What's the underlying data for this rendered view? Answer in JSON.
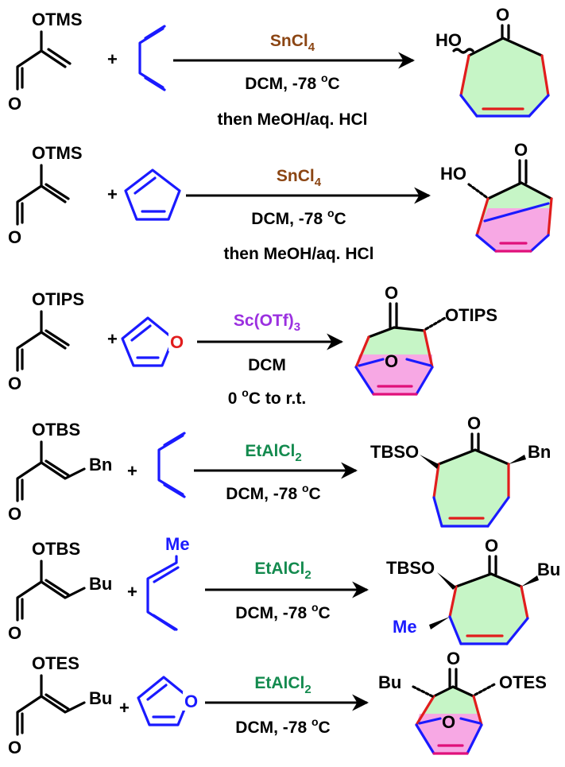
{
  "colors": {
    "diene_blue": "#1a1aff",
    "new_bond_red": "#e11d1d",
    "ring_green": "#c6f5c6",
    "bridge_magenta": "#f7a8e4",
    "sncl4_brown": "#8b4513",
    "sc_purple": "#9b30e0",
    "et_green": "#138a4e"
  },
  "reactions": [
    {
      "reactant1_silyl": "OTMS",
      "reactant1_sub": "",
      "catalyst": "SnCl",
      "catalyst_sub": "4",
      "cond_line1": "DCM, -78 ",
      "cond_line1_sup": "o",
      "cond_line1_end": "C",
      "cond_line2": "then MeOH/aq. HCl",
      "product_left": "HO",
      "product_o": "O"
    },
    {
      "reactant1_silyl": "OTMS",
      "catalyst": "SnCl",
      "catalyst_sub": "4",
      "cond_line1": "DCM, -78 ",
      "cond_line1_sup": "o",
      "cond_line1_end": "C",
      "cond_line2": "then MeOH/aq. HCl",
      "product_left": "HO",
      "product_o": "O"
    },
    {
      "reactant1_silyl": "OTIPS",
      "diene_o": "O",
      "catalyst": "Sc(OTf)",
      "catalyst_sub": "3",
      "cond_line1": "DCM",
      "cond_line2": "0 ",
      "cond_line2_sup": "o",
      "cond_line2_end": "C to r.t.",
      "product_o": "O",
      "product_right": "OTIPS",
      "product_bridge_o": "O"
    },
    {
      "reactant1_silyl": "OTBS",
      "reactant1_sub": "Bn",
      "catalyst": "EtAlCl",
      "catalyst_sub": "2",
      "cond_line1": "DCM, -78 ",
      "cond_line1_sup": "o",
      "cond_line1_end": "C",
      "product_left": "TBSO",
      "product_o": "O",
      "product_right": "Bn"
    },
    {
      "reactant1_silyl": "OTBS",
      "reactant1_sub": "Bu",
      "diene_me": "Me",
      "catalyst": "EtAlCl",
      "catalyst_sub": "2",
      "cond_line1": "DCM, -78 ",
      "cond_line1_sup": "o",
      "cond_line1_end": "C",
      "product_left": "TBSO",
      "product_o": "O",
      "product_right": "Bu",
      "product_me": "Me"
    },
    {
      "reactant1_silyl": "OTES",
      "reactant1_sub": "Bu",
      "diene_o": "O",
      "catalyst": "EtAlCl",
      "catalyst_sub": "2",
      "cond_line1": "DCM, -78 ",
      "cond_line1_sup": "o",
      "cond_line1_end": "C",
      "product_left": "Bu",
      "product_o": "O",
      "product_right": "OTES",
      "product_bridge_o": "O"
    }
  ],
  "plus": "+",
  "aldehyde_o": "O"
}
